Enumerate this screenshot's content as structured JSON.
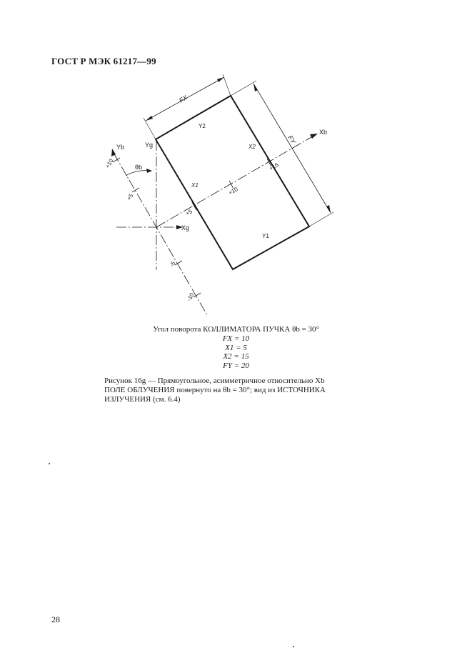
{
  "header": {
    "title": "ГОСТ Р МЭК 61217—99"
  },
  "figure": {
    "labels": {
      "fx": "FX",
      "fy": "FY",
      "y1": "Y1",
      "y2": "Y2",
      "x1": "X1",
      "x2": "X2",
      "xb": "Xb",
      "yb": "Yb",
      "xg": "Xg",
      "yg": "Yg",
      "theta": "θb",
      "tick_p10_yb": "+10",
      "tick_p5_yb": "+5",
      "tick_m5_yb": "-5",
      "tick_m10_yb": "-10",
      "tick_p5_xb": "+5",
      "tick_p10_xb": "+10",
      "tick_p15_xb": "+15"
    }
  },
  "caption": {
    "line1": "Угол поворота КОЛЛИМАТОРА ПУЧКА θb = 30°",
    "line2": "FX = 10",
    "line3": "X1 = 5",
    "line4": "X2 = 15",
    "line5": "FY = 20"
  },
  "figure_title": "Рисунок 16g — Прямоугольное,   асимметричное относительно Xb ПОЛЕ ОБЛУЧЕНИЯ повернуто на θb = 30°;  вид из ИСТОЧНИКА ИЗЛУЧЕНИЯ (см. 6.4)",
  "page_number": "28"
}
